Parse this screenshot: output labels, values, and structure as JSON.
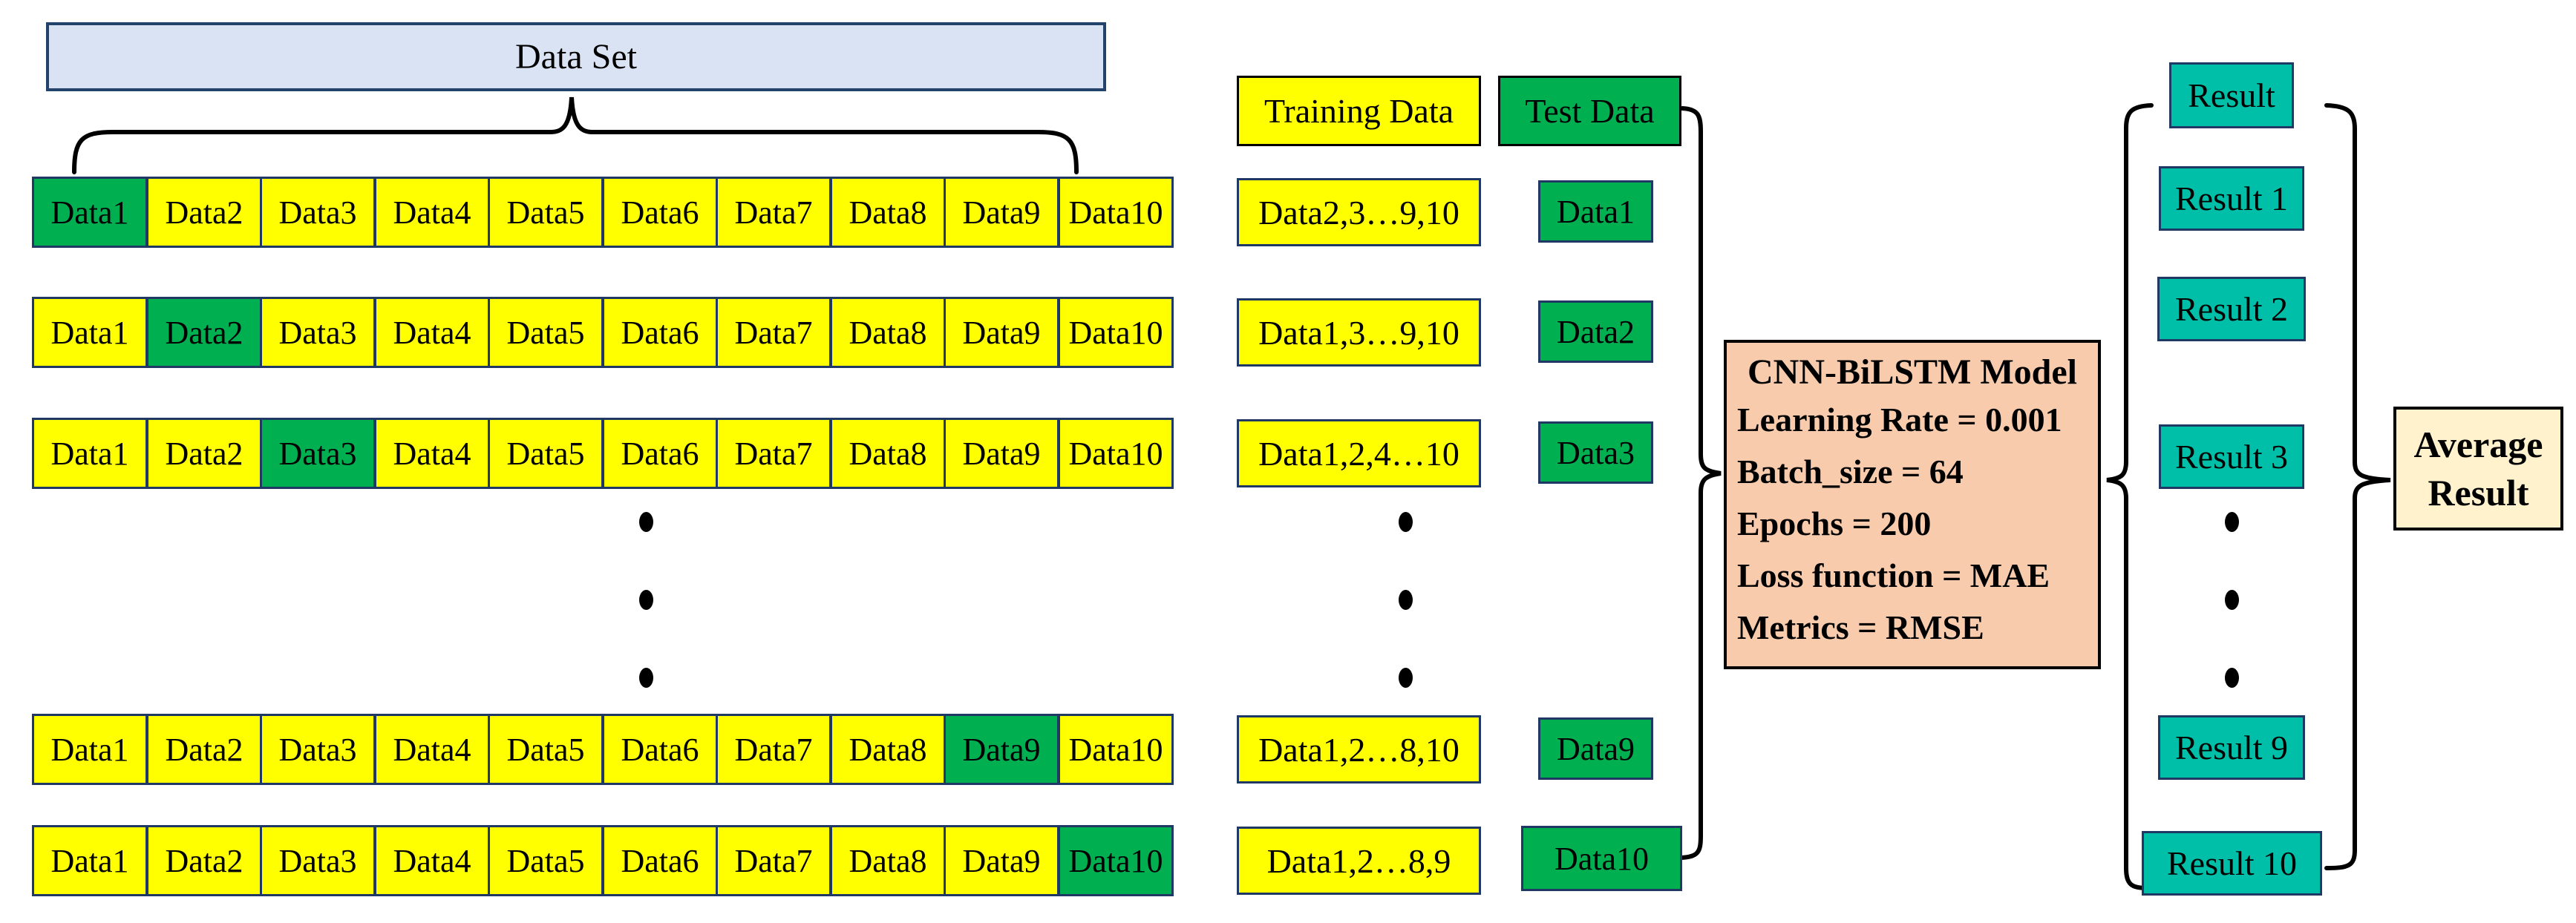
{
  "dataset_label": "Data Set",
  "headers": {
    "training": "Training Data",
    "test": "Test Data"
  },
  "rows": [
    {
      "cells": [
        "Data1",
        "Data2",
        "Data3",
        "Data4",
        "Data5",
        "Data6",
        "Data7",
        "Data8",
        "Data9",
        "Data10"
      ],
      "highlight_index": 0,
      "training": "Data2,3…9,10",
      "test": "Data1"
    },
    {
      "cells": [
        "Data1",
        "Data2",
        "Data3",
        "Data4",
        "Data5",
        "Data6",
        "Data7",
        "Data8",
        "Data9",
        "Data10"
      ],
      "highlight_index": 1,
      "training": "Data1,3…9,10",
      "test": "Data2"
    },
    {
      "cells": [
        "Data1",
        "Data2",
        "Data3",
        "Data4",
        "Data5",
        "Data6",
        "Data7",
        "Data8",
        "Data9",
        "Data10"
      ],
      "highlight_index": 2,
      "training": "Data1,2,4…10",
      "test": "Data3"
    },
    {
      "cells": [
        "Data1",
        "Data2",
        "Data3",
        "Data4",
        "Data5",
        "Data6",
        "Data7",
        "Data8",
        "Data9",
        "Data10"
      ],
      "highlight_index": 8,
      "training": "Data1,2…8,10",
      "test": "Data9"
    },
    {
      "cells": [
        "Data1",
        "Data2",
        "Data3",
        "Data4",
        "Data5",
        "Data6",
        "Data7",
        "Data8",
        "Data9",
        "Data10"
      ],
      "highlight_index": 9,
      "training": "Data1,2…8,9",
      "test": "Data10"
    }
  ],
  "model": {
    "title": "CNN-BiLSTM Model",
    "params": [
      "Learning Rate = 0.001",
      "Batch_size = 64",
      "Epochs = 200",
      "Loss function = MAE",
      "Metrics = RMSE"
    ]
  },
  "results": {
    "header_label": "Result",
    "items": [
      "Result 1",
      "Result 2",
      "Result 3",
      "Result 9",
      "Result 10"
    ]
  },
  "average_label": "Average Result",
  "colors": {
    "yellow": "#FFFF00",
    "green": "#00B050",
    "teal": "#00BFA8",
    "peach": "#F8CBAD",
    "cream": "#FFF2CC",
    "light_blue": "#DAE3F3",
    "cell_border": "#1F3864"
  }
}
